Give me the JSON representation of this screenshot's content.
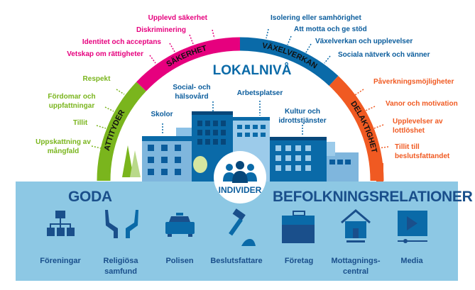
{
  "segments": {
    "attityder": {
      "label": "ATTITYDER",
      "color": "#7ab51d",
      "items": [
        "Respekt",
        "Fördomar och",
        "uppfattningar",
        "Tillit",
        "Uppskattning av",
        "mångfald"
      ]
    },
    "sakerhet": {
      "label": "SÄKERHET",
      "color": "#e6007e",
      "items": [
        "Upplevd säkerhet",
        "Diskriminering",
        "Identitet och acceptans",
        "Vetskap om rättigheter"
      ]
    },
    "vaxelverkan": {
      "label": "VÄXELVERKAN",
      "color": "#0a6aa8",
      "items": [
        "Isolering eller samhörighet",
        "Att motta och ge stöd",
        "Växelverkan och upplevelser",
        "Sociala nätverk och vänner"
      ]
    },
    "delaktighet": {
      "label": "DELAKTIGHET",
      "color": "#f05a22",
      "items": [
        "Påverkningsmöjligheter",
        "Vanor och motivation",
        "Upplevelser av",
        "lottlöshet",
        "Tillit till",
        "beslutsfattandet"
      ]
    }
  },
  "center_title": "LOKALNIVÅ",
  "buildings": [
    "Skolor",
    "Social- och",
    "hälsovård",
    "Arbetsplatser",
    "Kultur och",
    "idrottstjänster"
  ],
  "individer": "INDIVIDER",
  "panel": {
    "title_left": "GODA",
    "title_right": "BEFOLKNINGSRELATIONER",
    "categories": [
      {
        "label": "Föreningar",
        "icon": "org-chart-icon"
      },
      {
        "label": "Religiösa",
        "label2": "samfund",
        "icon": "hands-icon"
      },
      {
        "label": "Polisen",
        "icon": "police-car-icon"
      },
      {
        "label": "Beslutsfattare",
        "icon": "gavel-icon"
      },
      {
        "label": "Företag",
        "icon": "briefcase-icon"
      },
      {
        "label": "Mottagnings-",
        "label2": "central",
        "icon": "house-icon"
      },
      {
        "label": "Media",
        "icon": "video-player-icon"
      }
    ]
  },
  "colors": {
    "panel": "#8dc8e4",
    "dark_blue": "#1a4f8b",
    "mid_blue": "#0a6aa8",
    "light_blue": "#7fb6dd"
  }
}
